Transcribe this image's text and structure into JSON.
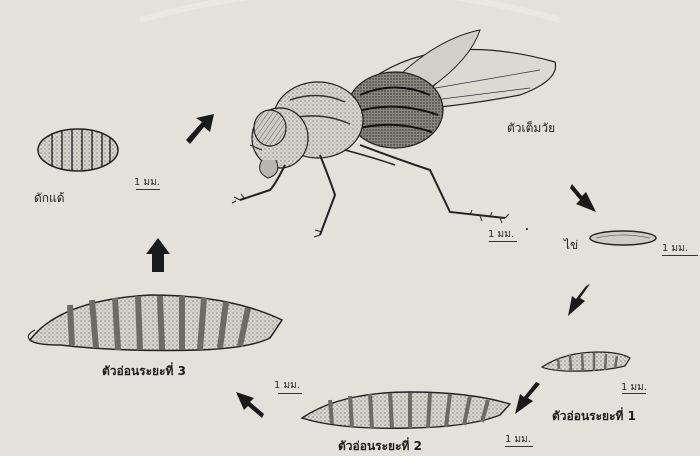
{
  "stages": {
    "adult": "ตัวเต็มวัย",
    "egg": "ไข่",
    "larva1": "ตัวอ่อนระยะที่ 1",
    "larva2": "ตัวอ่อนระยะที่ 2",
    "larva3": "ตัวอ่อนระยะที่ 3",
    "pupa": "ดักแด้"
  },
  "scales": {
    "pupa": "1 มม.",
    "adult": "1 มม.",
    "egg": "1 มม.",
    "larva1": "1 มม.",
    "larva2": "1 มม.",
    "larva3": "1 มม."
  },
  "colors": {
    "background": "#e4e1da",
    "ink": "#1a1a1a",
    "shade": "#7a7770"
  },
  "cycle_arrows": [
    "adult-to-egg",
    "egg-to-larva1",
    "larva1-to-larva2",
    "larva2-to-larva3",
    "larva3-to-pupa",
    "pupa-to-adult"
  ]
}
